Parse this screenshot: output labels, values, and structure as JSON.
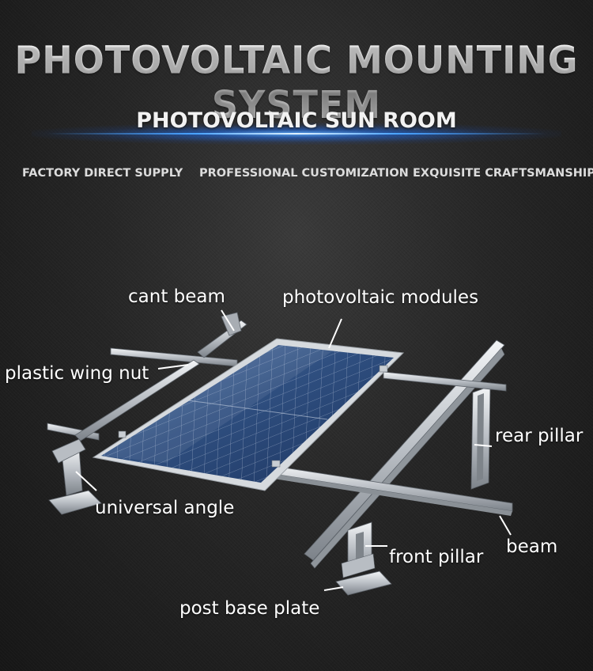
{
  "header": {
    "title": "PHOTOVOLTAIC MOUNTING SYSTEM",
    "subtitle": "PHOTOVOLTAIC SUN ROOM",
    "taglines": [
      "FACTORY DIRECT SUPPLY",
      "PROFESSIONAL CUSTOMIZATION",
      "EXQUISITE CRAFTSMANSHIP"
    ]
  },
  "labels": {
    "cant_beam": "cant beam",
    "photovoltaic_modules": "photovoltaic modules",
    "plastic_wing_nut": "plastic wing nut",
    "rear_pillar": "rear pillar",
    "universal_angle": "universal angle",
    "beam": "beam",
    "front_pillar": "front pillar",
    "post_base_plate": "post base plate"
  },
  "colors": {
    "glow": "#4aa3ff",
    "text": "#ffffff",
    "aluminum": "#c8ccd0",
    "panel": "#2b4a78"
  }
}
